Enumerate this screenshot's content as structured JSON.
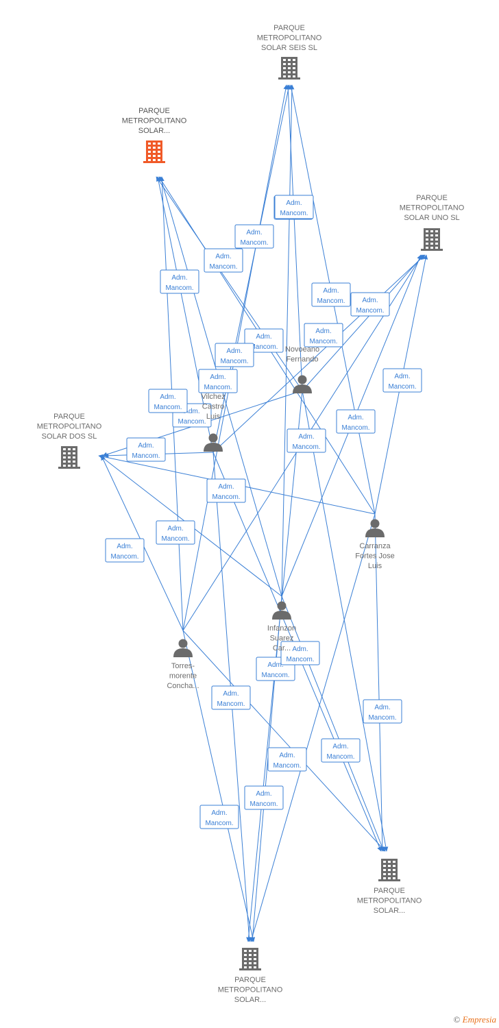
{
  "colors": {
    "edge": "#3a7fd5",
    "company": "#6b6b6b",
    "company_highlight": "#f05a28",
    "person": "#6b6b6b",
    "label_text": "#6b6b6b"
  },
  "companies": [
    {
      "id": "c_seis",
      "lines": [
        "PARQUE",
        "METROPOLITANO",
        "SOLAR SEIS SL"
      ],
      "highlight": false,
      "icon": "building-icon"
    },
    {
      "id": "c_main",
      "lines": [
        "PARQUE",
        "METROPOLITANO",
        "SOLAR..."
      ],
      "highlight": true,
      "icon": "building-icon"
    },
    {
      "id": "c_uno",
      "lines": [
        "PARQUE",
        "METROPOLITANO",
        "SOLAR UNO SL"
      ],
      "highlight": false,
      "icon": "building-icon"
    },
    {
      "id": "c_dos",
      "lines": [
        "PARQUE",
        "METROPOLITANO",
        "SOLAR DOS SL"
      ],
      "highlight": false,
      "icon": "building-icon"
    },
    {
      "id": "c_br",
      "lines": [
        "PARQUE",
        "METROPOLITANO",
        "SOLAR..."
      ],
      "highlight": false,
      "icon": "building-icon"
    },
    {
      "id": "c_bot",
      "lines": [
        "PARQUE",
        "METROPOLITANO",
        "SOLAR..."
      ],
      "highlight": false,
      "icon": "building-icon"
    }
  ],
  "persons": [
    {
      "id": "p_novo",
      "lines": [
        "Novoeano",
        "Fernando"
      ],
      "icon": "person-icon"
    },
    {
      "id": "p_vil",
      "lines": [
        "Vilchez",
        "Castro",
        "Luis"
      ],
      "icon": "person-icon"
    },
    {
      "id": "p_car",
      "lines": [
        "Carranza",
        "Fortes Jose",
        "Luis"
      ],
      "icon": "person-icon"
    },
    {
      "id": "p_inf",
      "lines": [
        "Infanzon",
        "Suarez",
        "Car..."
      ],
      "icon": "person-icon"
    },
    {
      "id": "p_tor",
      "lines": [
        "Torres-",
        "morente",
        "Concha..."
      ],
      "icon": "person-icon"
    }
  ],
  "edge_label": [
    "Adm.",
    "Mancom."
  ],
  "edges": [
    [
      "p_novo",
      "c_main"
    ],
    [
      "p_novo",
      "c_seis"
    ],
    [
      "p_novo",
      "c_uno"
    ],
    [
      "p_novo",
      "c_dos"
    ],
    [
      "p_novo",
      "c_br"
    ],
    [
      "p_novo",
      "c_bot"
    ],
    [
      "p_vil",
      "c_main"
    ],
    [
      "p_vil",
      "c_seis"
    ],
    [
      "p_vil",
      "c_uno"
    ],
    [
      "p_vil",
      "c_dos"
    ],
    [
      "p_vil",
      "c_br"
    ],
    [
      "p_vil",
      "c_bot"
    ],
    [
      "p_car",
      "c_main"
    ],
    [
      "p_car",
      "c_seis"
    ],
    [
      "p_car",
      "c_uno"
    ],
    [
      "p_car",
      "c_dos"
    ],
    [
      "p_car",
      "c_br"
    ],
    [
      "p_car",
      "c_bot"
    ],
    [
      "p_inf",
      "c_main"
    ],
    [
      "p_inf",
      "c_seis"
    ],
    [
      "p_inf",
      "c_uno"
    ],
    [
      "p_inf",
      "c_dos"
    ],
    [
      "p_inf",
      "c_br"
    ],
    [
      "p_inf",
      "c_bot"
    ],
    [
      "p_tor",
      "c_main"
    ],
    [
      "p_tor",
      "c_seis"
    ],
    [
      "p_tor",
      "c_uno"
    ],
    [
      "p_tor",
      "c_dos"
    ],
    [
      "p_tor",
      "c_br"
    ],
    [
      "p_tor",
      "c_bot"
    ]
  ],
  "footer": {
    "copyright": "©",
    "brand": "Empresia"
  }
}
